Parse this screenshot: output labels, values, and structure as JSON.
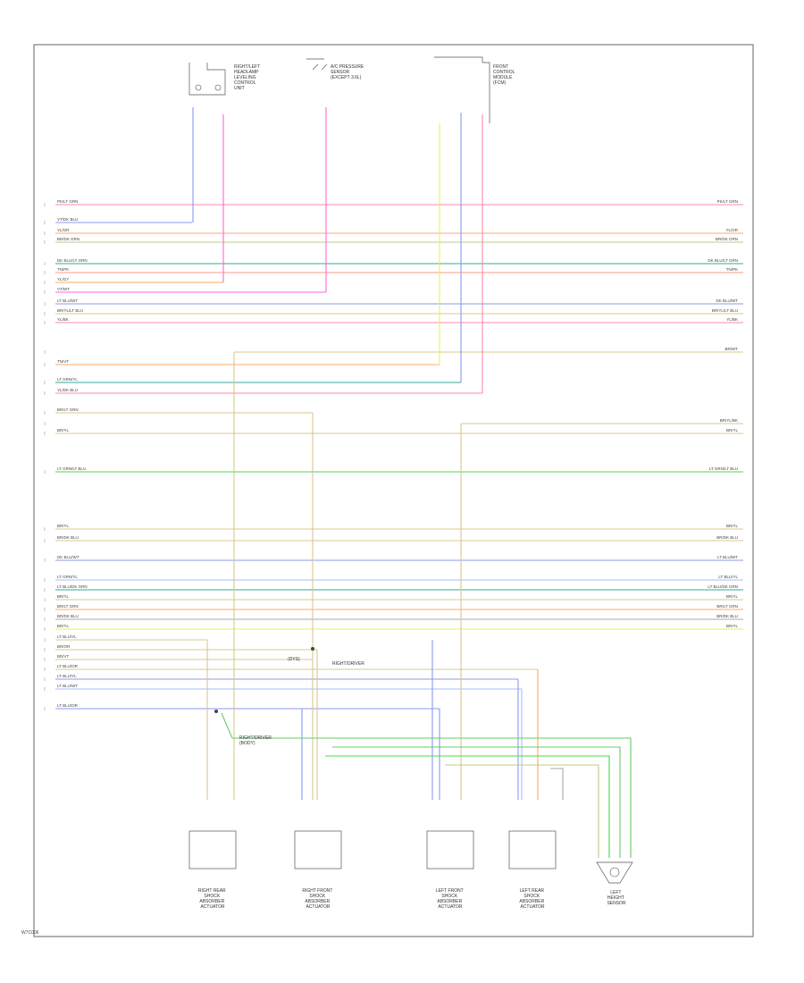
{
  "page": {
    "footer_code": "W7C006"
  },
  "colors": {
    "pink": "#ff88aa",
    "orange": "#ffaa66",
    "green": "#66cc66",
    "teal": "#33aa99",
    "blue": "#8899ee",
    "tan": "#d8c890",
    "yellow": "#eeee55",
    "magenta": "#ff66dd",
    "bright_green": "#44dd44",
    "gray": "#aaaaaa",
    "red_pink": "#ff5577",
    "light_blue": "#aabbff",
    "salmon": "#ff9988",
    "olive": "#bbcc88"
  },
  "top_components": [
    {
      "id": "c1",
      "label": [
        "RIGHT/LEFT",
        "HEADLAMP",
        "LEVELING",
        "CONTROL",
        "UNIT"
      ]
    },
    {
      "id": "c2",
      "label": [
        "A/C PRESSURE",
        "SENSOR",
        "(EXCEPT 3.6L)"
      ]
    },
    {
      "id": "c3",
      "label": [
        "FRONT",
        "CONTROL",
        "MODULE",
        "(FCM)"
      ]
    }
  ],
  "left_wires": [
    "PK/LT GRN",
    "VT/DK BLU",
    "YL/OR",
    "BR/DK GRN",
    "DK BLU/LT GRN",
    "TN/PK",
    "YL/GY",
    "VT/WT",
    "LT BLU/WT",
    "BR/YL/LT BLU",
    "YL/BK",
    "TN/VT",
    "LT GRN/YL",
    "YL/DK BLU",
    "BR/LT GRN",
    "BR/YL",
    "LT GRN/LT BLU",
    "BR/YL",
    "BR/DK BLU",
    "DK BLU/WT",
    "LT GRN/YL",
    "LT BLU/DK GRN",
    "BR/YL",
    "BR/LT GRN",
    "BR/DK BLU",
    "BR/YL",
    "LT BLU/YL",
    "BR/OR",
    "BR/VT",
    "LT BLU/OR",
    "LT BLU/YL",
    "LT BLU/WT",
    "LT BLU/OR"
  ],
  "right_wires": [
    "PK/LT GRN",
    "YL/OR",
    "BR/DK GRN",
    "DK BLU/LT GRN",
    "TN/PK",
    "DK BLU/WT",
    "BR/YL/LT BLU",
    "YL/BK",
    "BR/WT",
    "BR/YL/BK",
    "BR/YL",
    "LT GRN/LT BLU",
    "BR/YL",
    "BR/DK BLU",
    "LT BLU/WT",
    "LT BLU/YL",
    "LT BLU/DK GRN",
    "BR/YL",
    "BR/LT GRN",
    "BR/DK BLU",
    "BR/YL"
  ],
  "splice_labels": [
    "(DYS)",
    "RIGHT/DRIVER",
    "(BODY)"
  ],
  "bottom_components": [
    {
      "id": "b1",
      "label": [
        "RIGHT REAR",
        "SHOCK",
        "ABSORBER",
        "ACTUATOR"
      ]
    },
    {
      "id": "b2",
      "label": [
        "RIGHT FRONT",
        "SHOCK",
        "ABSORBER",
        "ACTUATOR"
      ]
    },
    {
      "id": "b3",
      "label": [
        "LEFT FRONT",
        "SHOCK",
        "ABSORBER",
        "ACTUATOR"
      ]
    },
    {
      "id": "b4",
      "label": [
        "LEFT REAR",
        "SHOCK",
        "ABSORBER",
        "ACTUATOR"
      ]
    },
    {
      "id": "b5",
      "label": [
        "LEFT",
        "HEIGHT",
        "SENSOR"
      ]
    }
  ]
}
